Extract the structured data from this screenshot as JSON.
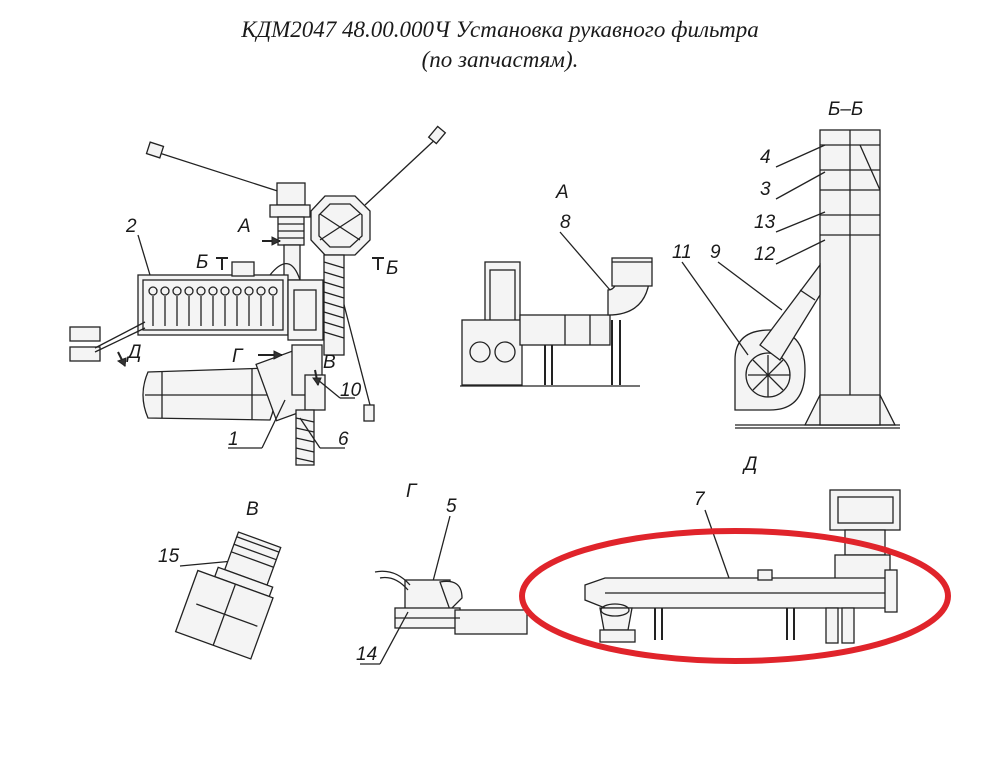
{
  "title": {
    "line1": "КДМ2047 48.00.000Ч Установка рукавного фильтра",
    "line2": "(по запчастям)."
  },
  "labels": {
    "l1": "1",
    "l2": "2",
    "l3": "3",
    "l4": "4",
    "l5": "5",
    "l6": "6",
    "l7": "7",
    "l8": "8",
    "l9": "9",
    "l10": "10",
    "l11": "11",
    "l12": "12",
    "l13": "13",
    "l14": "14",
    "l15": "15",
    "viewA_arrow": "А",
    "viewB_top": "Б",
    "viewB_top2": "Б",
    "viewG_arrow": "Г",
    "viewV_arrow": "В",
    "viewD_arrow": "Д",
    "viewA_title": "А",
    "viewBB_title": "Б–Б",
    "viewV_title": "В",
    "viewG_title": "Г",
    "viewD_title": "Д"
  },
  "highlight_color": "#e0242b"
}
